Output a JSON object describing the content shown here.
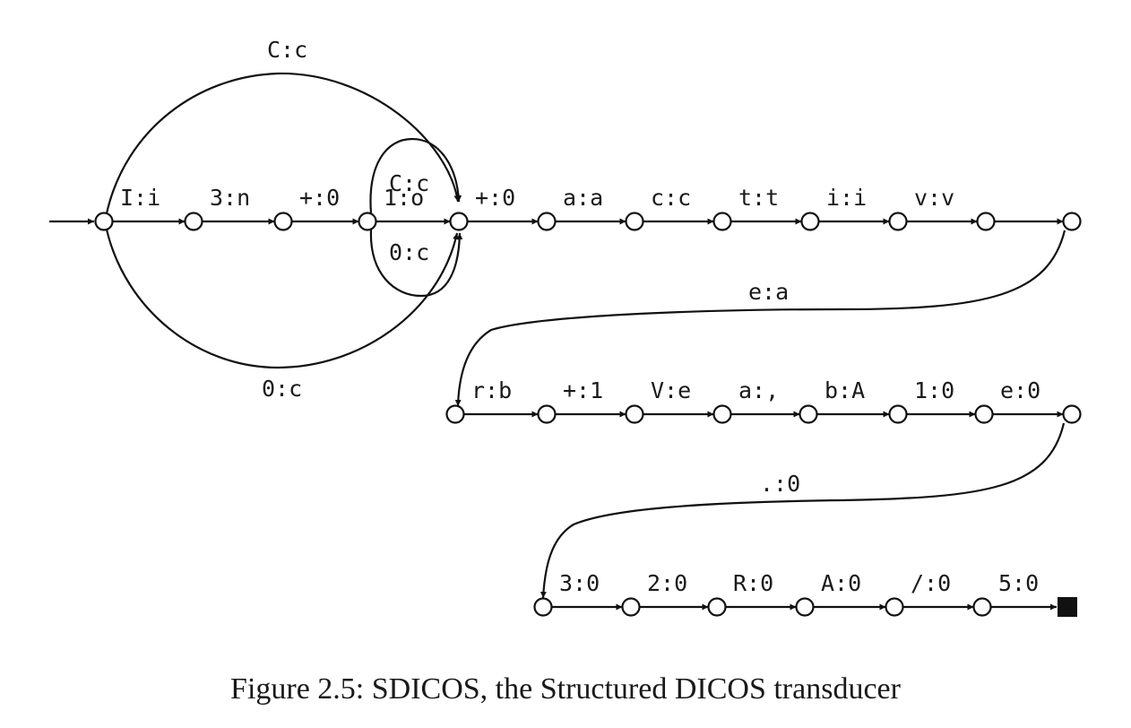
{
  "figure": {
    "caption": "Figure 2.5: SDICOS, the Structured DICOS transducer"
  },
  "transducer": {
    "row1_labels": [
      "I:i",
      "3:n",
      "+:0",
      "1:o",
      "+:0",
      "a:a",
      "c:c",
      "t:t",
      "i:i",
      "v:v"
    ],
    "loop_labels": {
      "outer_top": "C:c",
      "outer_bottom": "0:c",
      "inner_top": "C:c",
      "inner_bottom": "0:c"
    },
    "link1_label": "e:a",
    "row2_labels": [
      "r:b",
      "+:1",
      "V:e",
      "a:,",
      "b:A",
      "1:0",
      "e:0"
    ],
    "link2_label": ".:0",
    "row3_labels": [
      "3:0",
      "2:0",
      "R:0",
      "A:0",
      "/:0",
      "5:0"
    ]
  }
}
